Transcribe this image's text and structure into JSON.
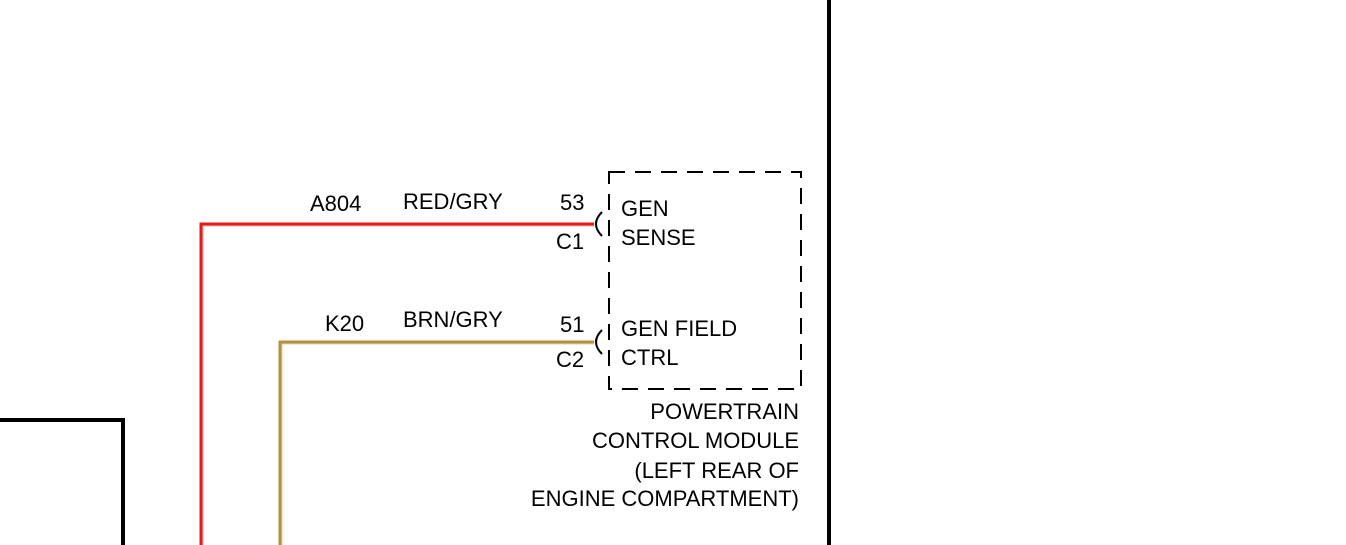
{
  "wires": [
    {
      "circuit": "A804",
      "color_code": "RED/GRY",
      "pin": "53",
      "connector": "C1",
      "function_lines": [
        "GEN",
        "SENSE"
      ],
      "wire_color": "#e31b1b"
    },
    {
      "circuit": "K20",
      "color_code": "BRN/GRY",
      "pin": "51",
      "connector": "C2",
      "function_lines": [
        "GEN FIELD",
        "CTRL"
      ],
      "wire_color": "#b3923b"
    }
  ],
  "module": {
    "name_lines": [
      "POWERTRAIN",
      "CONTROL MODULE",
      "(LEFT REAR OF",
      "ENGINE COMPARTMENT)"
    ]
  }
}
